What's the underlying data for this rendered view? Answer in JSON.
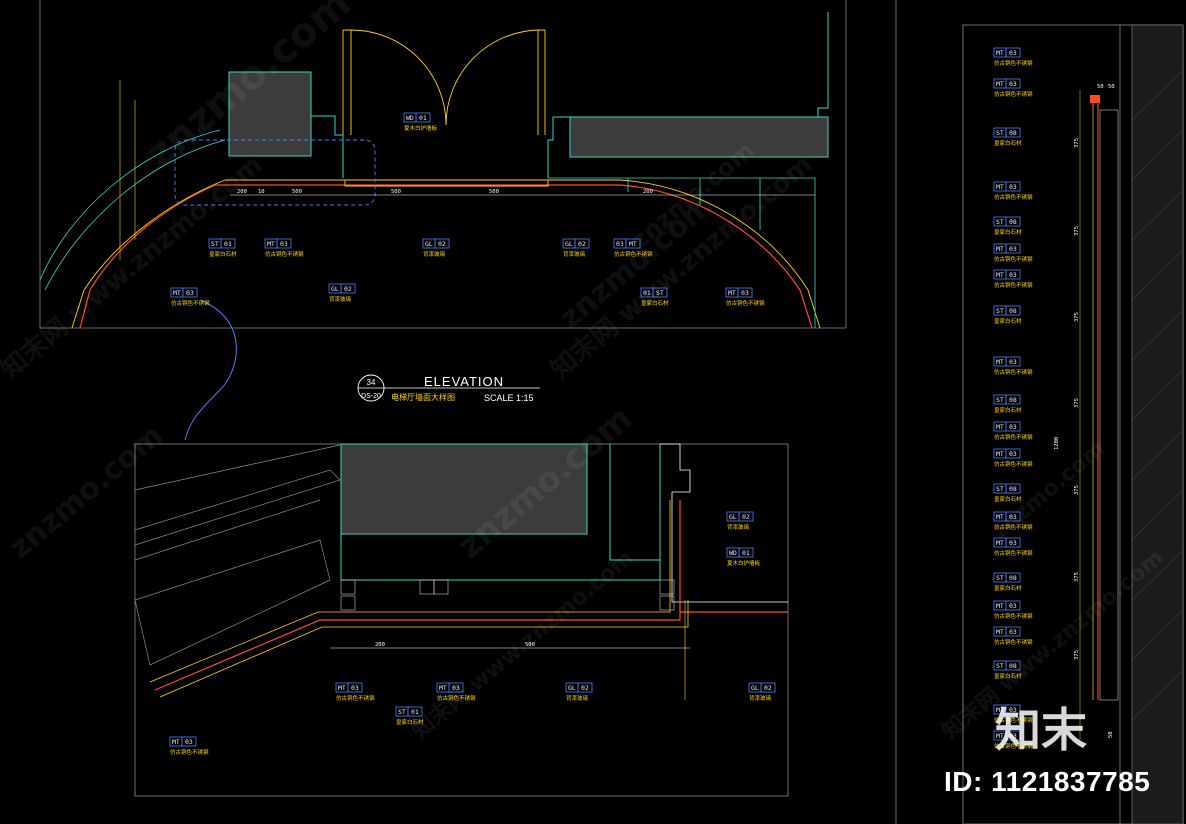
{
  "title_block": {
    "number": "34",
    "sheet": "DS-20",
    "heading": "ELEVATION",
    "caption": "电梯厅墙面大样图",
    "scale": "SCALE 1:15"
  },
  "tags_plan": [
    {
      "code": "WD",
      "num": "01",
      "note": "夏木白护墙板"
    },
    {
      "code": "ST",
      "num": "01",
      "note": "皇家白石材"
    },
    {
      "code": "MT",
      "num": "03",
      "note": "仿古铜色不锈钢"
    },
    {
      "code": "GL",
      "num": "02",
      "note": "背漆玻璃"
    },
    {
      "code": "GL",
      "num": "02",
      "note": "背漆玻璃"
    },
    {
      "code": "GL",
      "num": "02",
      "note": "背漆玻璃"
    },
    {
      "code": "03",
      "num": "MT",
      "note": "仿古铜色不锈钢"
    },
    {
      "code": "MT",
      "num": "03",
      "note": "仿古铜色不锈钢"
    },
    {
      "code": "01",
      "num": "ST",
      "note": "皇家白石材"
    },
    {
      "code": "MT",
      "num": "03",
      "note": "仿古铜色不锈钢"
    }
  ],
  "tags_detail": [
    {
      "code": "GL",
      "num": "02",
      "note": "背漆玻璃"
    },
    {
      "code": "WD",
      "num": "01",
      "note": "夏木白护墙板"
    },
    {
      "code": "MT",
      "num": "03",
      "note": "仿古铜色不锈钢"
    },
    {
      "code": "MT",
      "num": "03",
      "note": "仿古铜色不锈钢"
    },
    {
      "code": "GL",
      "num": "02",
      "note": "背漆玻璃"
    },
    {
      "code": "GL",
      "num": "02",
      "note": "背漆玻璃"
    },
    {
      "code": "ST",
      "num": "01",
      "note": "皇家白石材"
    },
    {
      "code": "MT",
      "num": "03",
      "note": "仿古铜色不锈钢"
    }
  ],
  "tags_section": [
    {
      "code": "MT",
      "num": "03",
      "note": "仿古铜色不锈钢"
    },
    {
      "code": "MT",
      "num": "03",
      "note": "仿古铜色不锈钢"
    },
    {
      "code": "ST",
      "num": "08",
      "note": "皇家白石材"
    },
    {
      "code": "MT",
      "num": "03",
      "note": "仿古铜色不锈钢"
    },
    {
      "code": "ST",
      "num": "08",
      "note": "皇家白石材"
    },
    {
      "code": "MT",
      "num": "03",
      "note": "仿古铜色不锈钢"
    },
    {
      "code": "MT",
      "num": "03",
      "note": "仿古铜色不锈钢"
    },
    {
      "code": "ST",
      "num": "08",
      "note": "皇家白石材"
    },
    {
      "code": "MT",
      "num": "03",
      "note": "仿古铜色不锈钢"
    },
    {
      "code": "ST",
      "num": "08",
      "note": "皇家白石材"
    },
    {
      "code": "MT",
      "num": "03",
      "note": "仿古铜色不锈钢"
    },
    {
      "code": "MT",
      "num": "03",
      "note": "仿古铜色不锈钢"
    },
    {
      "code": "ST",
      "num": "08",
      "note": "皇家白石材"
    },
    {
      "code": "MT",
      "num": "03",
      "note": "仿古铜色不锈钢"
    },
    {
      "code": "MT",
      "num": "03",
      "note": "仿古铜色不锈钢"
    },
    {
      "code": "ST",
      "num": "08",
      "note": "皇家白石材"
    },
    {
      "code": "MT",
      "num": "03",
      "note": "仿古铜色不锈钢"
    },
    {
      "code": "MT",
      "num": "03",
      "note": "仿古铜色不锈钢"
    },
    {
      "code": "ST",
      "num": "08",
      "note": "皇家白石材"
    },
    {
      "code": "MT",
      "num": "03",
      "note": "仿古铜色不锈钢"
    },
    {
      "code": "MT",
      "num": "03",
      "note": "仿古铜色不锈钢"
    }
  ],
  "dims_plan": [
    "200",
    "10",
    "500",
    "500",
    "500",
    "200"
  ],
  "dims_detail": [
    "200",
    "500"
  ],
  "dims_section": [
    "50",
    "50",
    "375",
    "375",
    "375",
    "375",
    "375",
    "375",
    "375",
    "1200",
    "50"
  ],
  "watermark_text": "znzmo.com",
  "watermark_cn": "知末网 www.znzmo.com",
  "brand": "知末",
  "id_label": "ID: 1121837785",
  "colors": {
    "line_cyan": "#33d6c8",
    "line_yellow": "#ffd400",
    "line_red": "#ff4a2a",
    "tag_blue": "#4a7dff",
    "frame": "#c8c8c8",
    "fill_dark": "#3c3c3c"
  }
}
